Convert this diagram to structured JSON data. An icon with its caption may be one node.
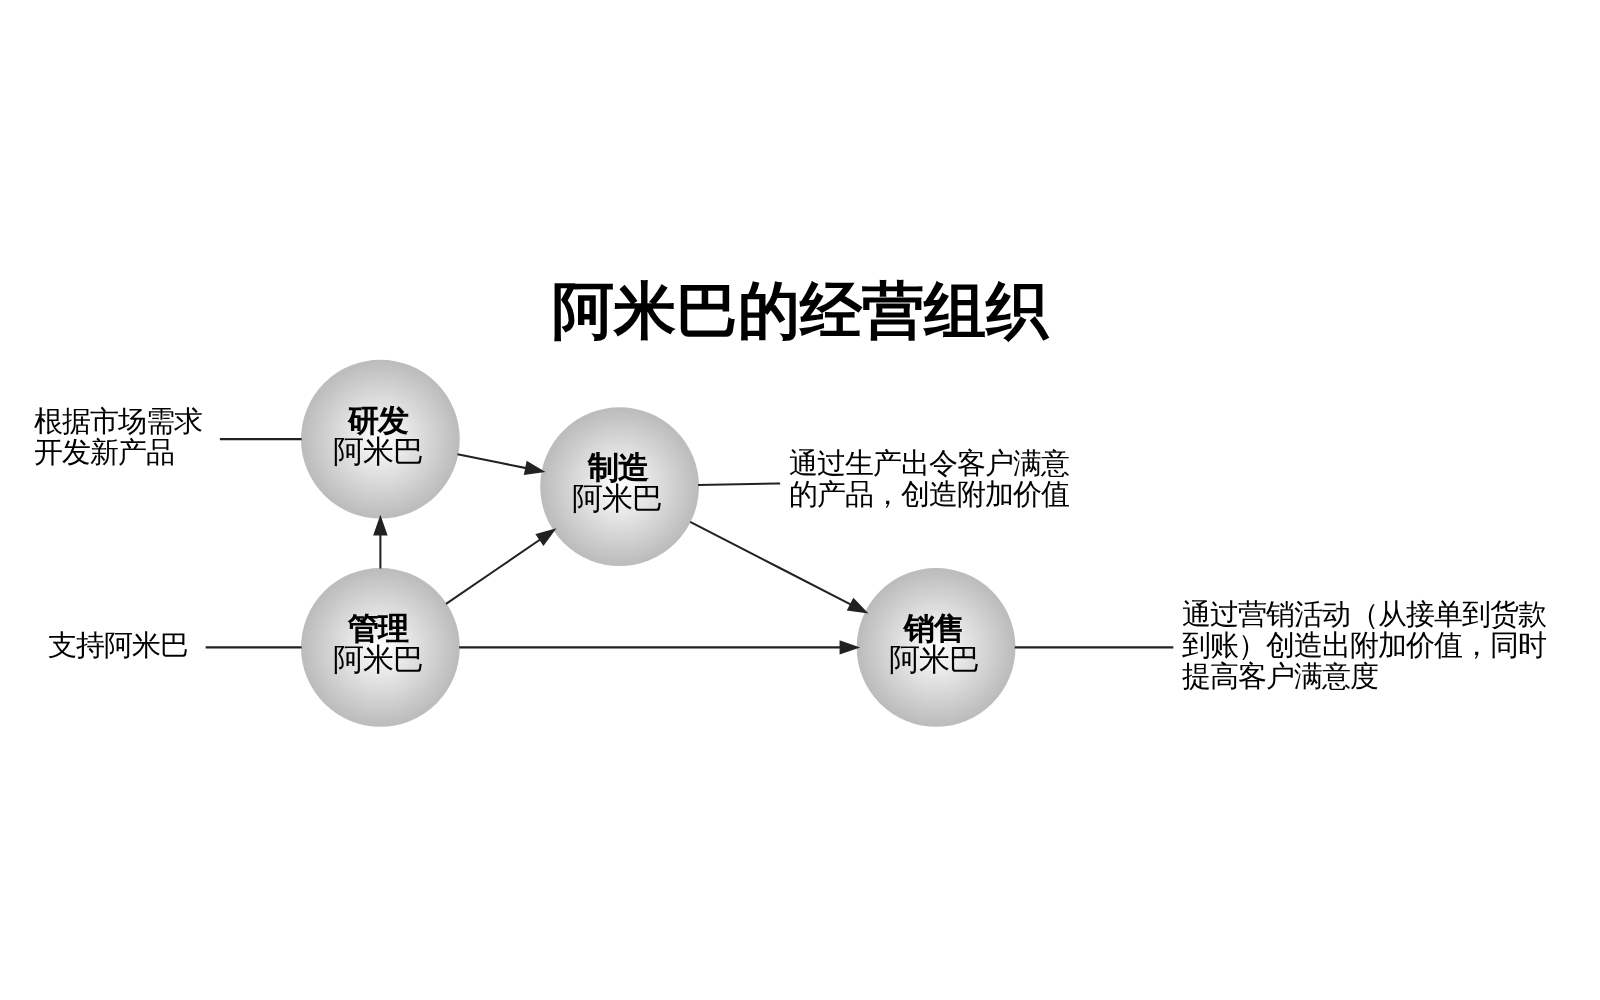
{
  "diagram": {
    "title": "阿米巴的经营组织",
    "nodes": [
      {
        "text": [
          "根据市场需求开发新产品"
        ]
      },
      {
        "text": [
          "研发阿米巴"
        ]
      },
      {
        "text": [
          "制造阿米巴"
        ]
      },
      {
        "text": [
          "通过生产出令客户满意的产品，创造附加价值"
        ]
      },
      {
        "text": [
          "支持阿米巴"
        ]
      },
      {
        "text": [
          "管理阿米巴"
        ]
      },
      {
        "text": [
          "通过营销活动（从接单到货款到账）创造出附加价值，同时提高客户满意度"
        ]
      },
      {
        "text": [
          "销售阿米巴"
        ]
      }
    ],
    "edges": [
      {
        "from": 0,
        "to": 1,
        "arrow": "none"
      },
      {
        "from": 1,
        "to": 2,
        "arrow": "to"
      },
      {
        "from": 5,
        "to": 1,
        "arrow": "to"
      },
      {
        "from": 5,
        "to": 2,
        "arrow": "to"
      },
      {
        "from": 2,
        "to": 3,
        "arrow": "none"
      },
      {
        "from": 4,
        "to": 5,
        "arrow": "none"
      },
      {
        "from": 5,
        "to": 7,
        "arrow": "to"
      },
      {
        "from": 2,
        "to": 7,
        "arrow": "to"
      },
      {
        "from": 7,
        "to": 6,
        "arrow": "none"
      }
    ]
  }
}
